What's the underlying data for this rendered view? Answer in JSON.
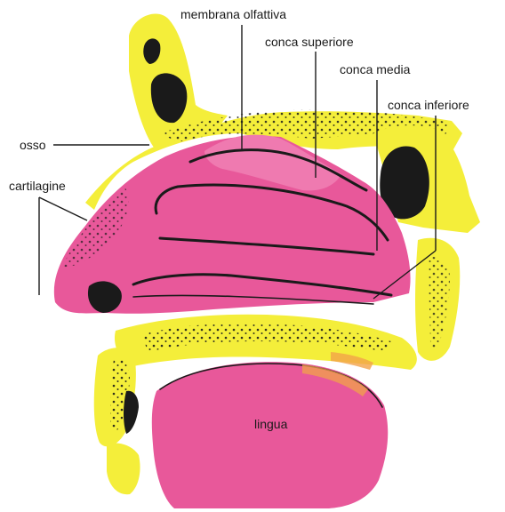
{
  "labels": {
    "membrana_olfattiva": "membrana olfattiva",
    "conca_superiore": "conca superiore",
    "conca_media": "conca media",
    "conca_inferiore": "conca inferiore",
    "osso": "osso",
    "cartilagine": "cartilagine",
    "lingua": "lingua"
  },
  "colors": {
    "bone": "#f4ee3a",
    "tissue": "#e8589a",
    "tissue_light": "#ef7ab0",
    "orange_edge": "#f2a24a",
    "ink": "#1a1a1a",
    "paper": "#ffffff"
  }
}
